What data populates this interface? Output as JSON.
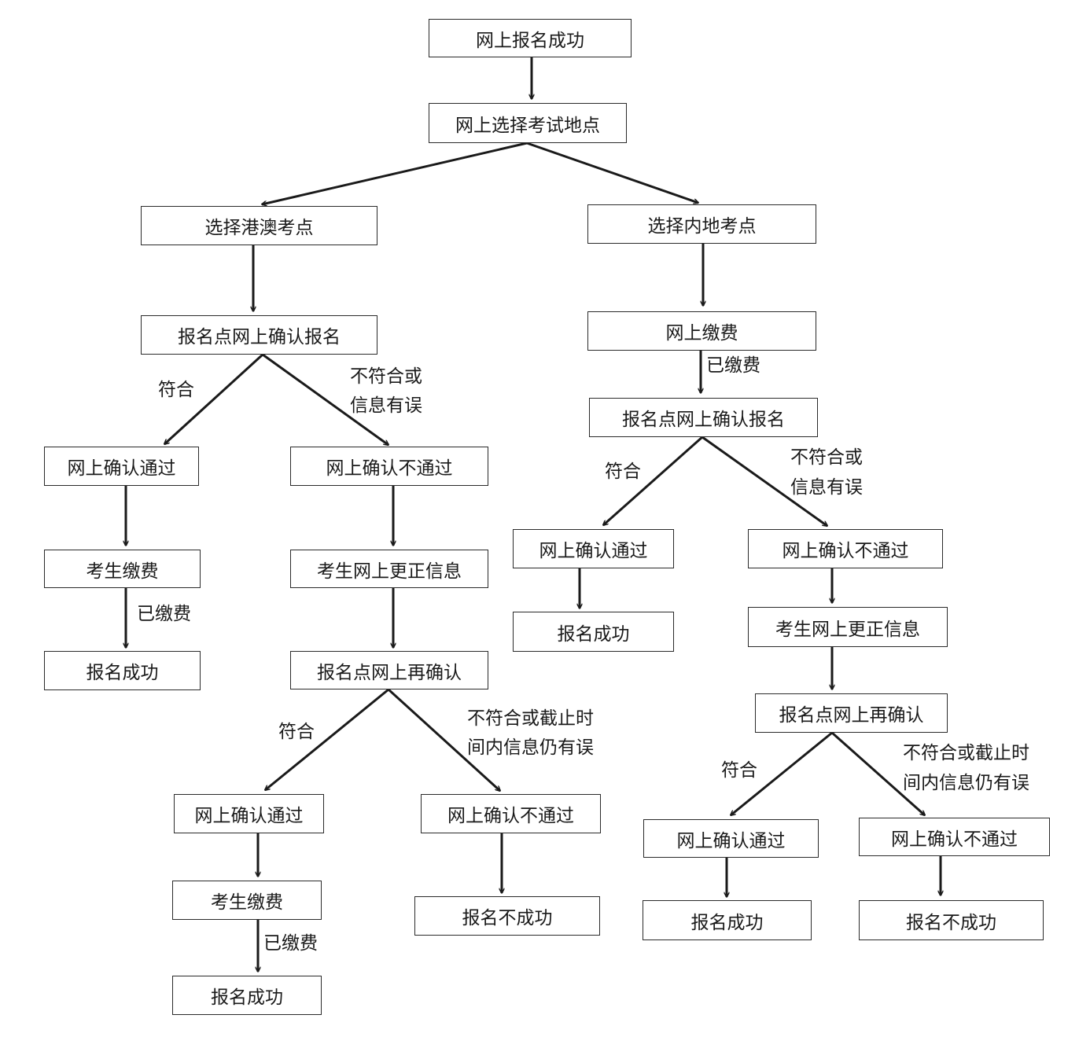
{
  "nodes": {
    "n1": "网上报名成功",
    "n2": "网上选择考试地点",
    "hk": "选择港澳考点",
    "ml": "选择内地考点",
    "hk_confirm": "报名点网上确认报名",
    "hk_pass": "网上确认通过",
    "hk_fail": "网上确认不通过",
    "hk_pay": "考生缴费",
    "hk_success": "报名成功",
    "hk_correct": "考生网上更正信息",
    "hk_reconfirm": "报名点网上再确认",
    "hk_re_pass": "网上确认通过",
    "hk_re_fail": "网上确认不通过",
    "hk_re_pay": "考生缴费",
    "hk_re_success": "报名成功",
    "hk_re_unsuccess": "报名不成功",
    "ml_pay": "网上缴费",
    "ml_confirm": "报名点网上确认报名",
    "ml_pass": "网上确认通过",
    "ml_fail": "网上确认不通过",
    "ml_success": "报名成功",
    "ml_correct": "考生网上更正信息",
    "ml_reconfirm": "报名点网上再确认",
    "ml_re_pass": "网上确认通过",
    "ml_re_fail": "网上确认不通过",
    "ml_re_success": "报名成功",
    "ml_re_unsuccess": "报名不成功"
  },
  "edge_labels": {
    "hk_ok": "符合",
    "hk_bad_l1": "不符合或",
    "hk_bad_l2": "信息有误",
    "hk_paid": "已缴费",
    "hk_re_ok": "符合",
    "hk_re_bad_l1": "不符合或截止时",
    "hk_re_bad_l2": "间内信息仍有误",
    "hk_re_paid": "已缴费",
    "ml_paid": "已缴费",
    "ml_ok": "符合",
    "ml_bad_l1": "不符合或",
    "ml_bad_l2": "信息有误",
    "ml_re_ok": "符合",
    "ml_re_bad_l1": "不符合或截止时",
    "ml_re_bad_l2": "间内信息仍有误"
  }
}
